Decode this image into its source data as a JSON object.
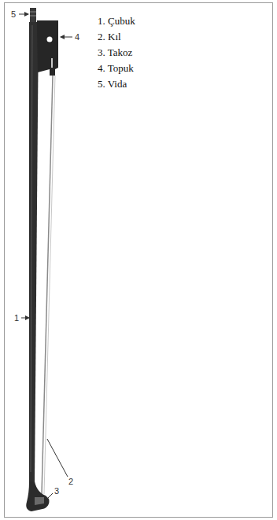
{
  "diagram": {
    "labels": [
      "5",
      "1. Çubuk",
      "2. Kıl",
      "3. Takoz",
      "4. Topuk",
      "5. Vida",
      "4",
      "1",
      "2",
      "3"
    ]
  }
}
